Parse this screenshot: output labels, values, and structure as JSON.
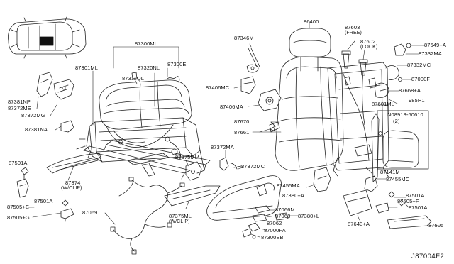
{
  "diagram": {
    "code": "J87004F2",
    "labels": {
      "p87300ml": "87300ML",
      "p87301ml": "87301ML",
      "p87320nl": "87320NL",
      "p87300e": "87300E",
      "p87311ql": "87311QL",
      "p87381np": "87381NP",
      "p87372me": "87372ME",
      "p87372mg": "87372MG",
      "p87381na": "87381NA",
      "p87375mm": "87375MM",
      "p87372ma": "87372MA",
      "p87372mc": "87372MC",
      "p87501a_1": "87501A",
      "p87374": "87374",
      "p87374_note": "(W/CLIP)",
      "p87501a_2": "87501A",
      "p87505e": "87505+E",
      "p87505g": "87505+G",
      "p87069": "87069",
      "p87375ml": "87375ML",
      "p87375ml_note": "(W/CLIP)",
      "p87346m": "87346M",
      "p87406mc": "87406MC",
      "p87406ma": "87406MA",
      "p86400": "86400",
      "p87603": "87603",
      "p87603_note": "(FREE)",
      "p87602": "87602",
      "p87602_note": "(LOCK)",
      "p87649a": "87649+A",
      "p87332ma": "87332MA",
      "p87332mc": "87332MC",
      "p87000f": "87000F",
      "p87668a": "87668+A",
      "p985h1": "985H1",
      "p87601ml": "87601ML",
      "p08918_60610": "N08918-60610",
      "p08918_qty": "(2)",
      "p87670": "87670",
      "p87661": "87661",
      "p87141m": "87141M",
      "p87455ma": "87455MA",
      "p87455mc": "87455MC",
      "p87380a": "87380+A",
      "p87066m": "87066M",
      "p87063": "87063",
      "p87380l": "87380+L",
      "p87062": "87062",
      "p87000fa": "87000FA",
      "p87300eb": "87300EB",
      "p87643a": "87643+A",
      "p87501a_3": "87501A",
      "p87505f": "87505+F",
      "p87501a_4": "87501A",
      "p87505": "87505"
    }
  }
}
